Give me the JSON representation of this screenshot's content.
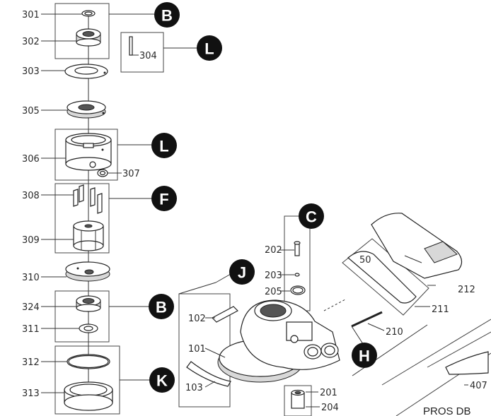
{
  "badges": {
    "b1": "B",
    "l1": "L",
    "l2": "L",
    "f": "F",
    "b2": "B",
    "k": "K",
    "c": "C",
    "j": "J",
    "h": "H"
  },
  "parts": {
    "p301": "301",
    "p302": "302",
    "p303": "303",
    "p304": "304",
    "p305": "305",
    "p306": "306",
    "p307": "307",
    "p308": "308",
    "p309": "309",
    "p310": "310",
    "p324": "324",
    "p311": "311",
    "p312": "312",
    "p313": "313",
    "p202": "202",
    "p203": "203",
    "p205": "205",
    "p102": "102",
    "p101": "101",
    "p103": "103",
    "p212": "212",
    "p211": "211",
    "p210": "210",
    "p201": "201",
    "p204": "204",
    "p407": "407"
  },
  "footer": {
    "text": "PROS DB"
  },
  "colors": {
    "badge": "#111111",
    "line": "#333333",
    "background": "#ffffff"
  }
}
